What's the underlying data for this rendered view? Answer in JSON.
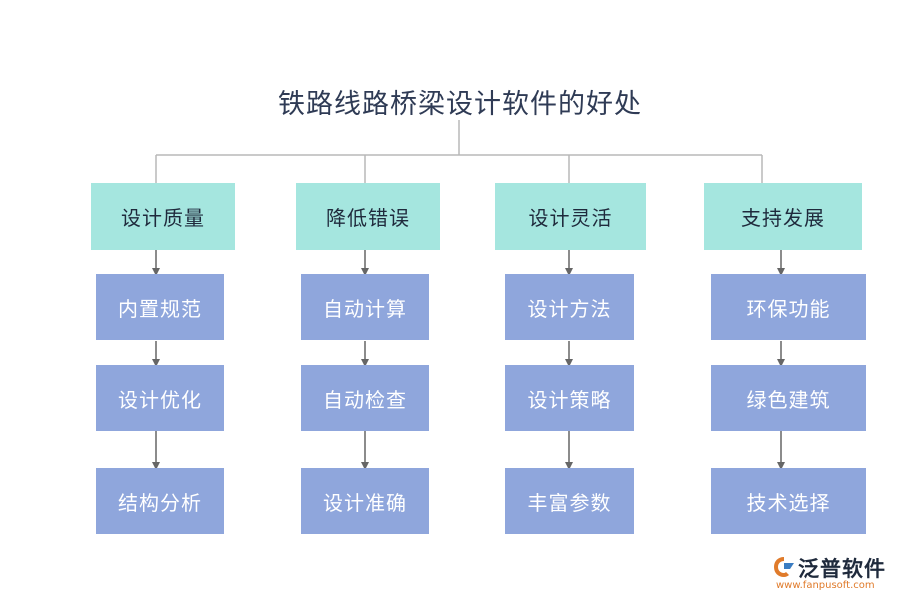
{
  "title": "铁路线路桥梁设计软件的好处",
  "columns": [
    {
      "category": "设计质量",
      "items": [
        "内置规范",
        "设计优化",
        "结构分析"
      ]
    },
    {
      "category": "降低错误",
      "items": [
        "自动计算",
        "自动检查",
        "设计准确"
      ]
    },
    {
      "category": "设计灵活",
      "items": [
        "设计方法",
        "设计策略",
        "丰富参数"
      ]
    },
    {
      "category": "支持发展",
      "items": [
        "环保功能",
        "绿色建筑",
        "技术选择"
      ]
    }
  ],
  "watermark": {
    "brand": "泛普软件",
    "url": "www.fanpusoft.com"
  },
  "colors": {
    "category_fill": "#a5e6df",
    "item_fill": "#8fa6dc",
    "connector": "#b8b8b8",
    "arrow": "#666666"
  }
}
